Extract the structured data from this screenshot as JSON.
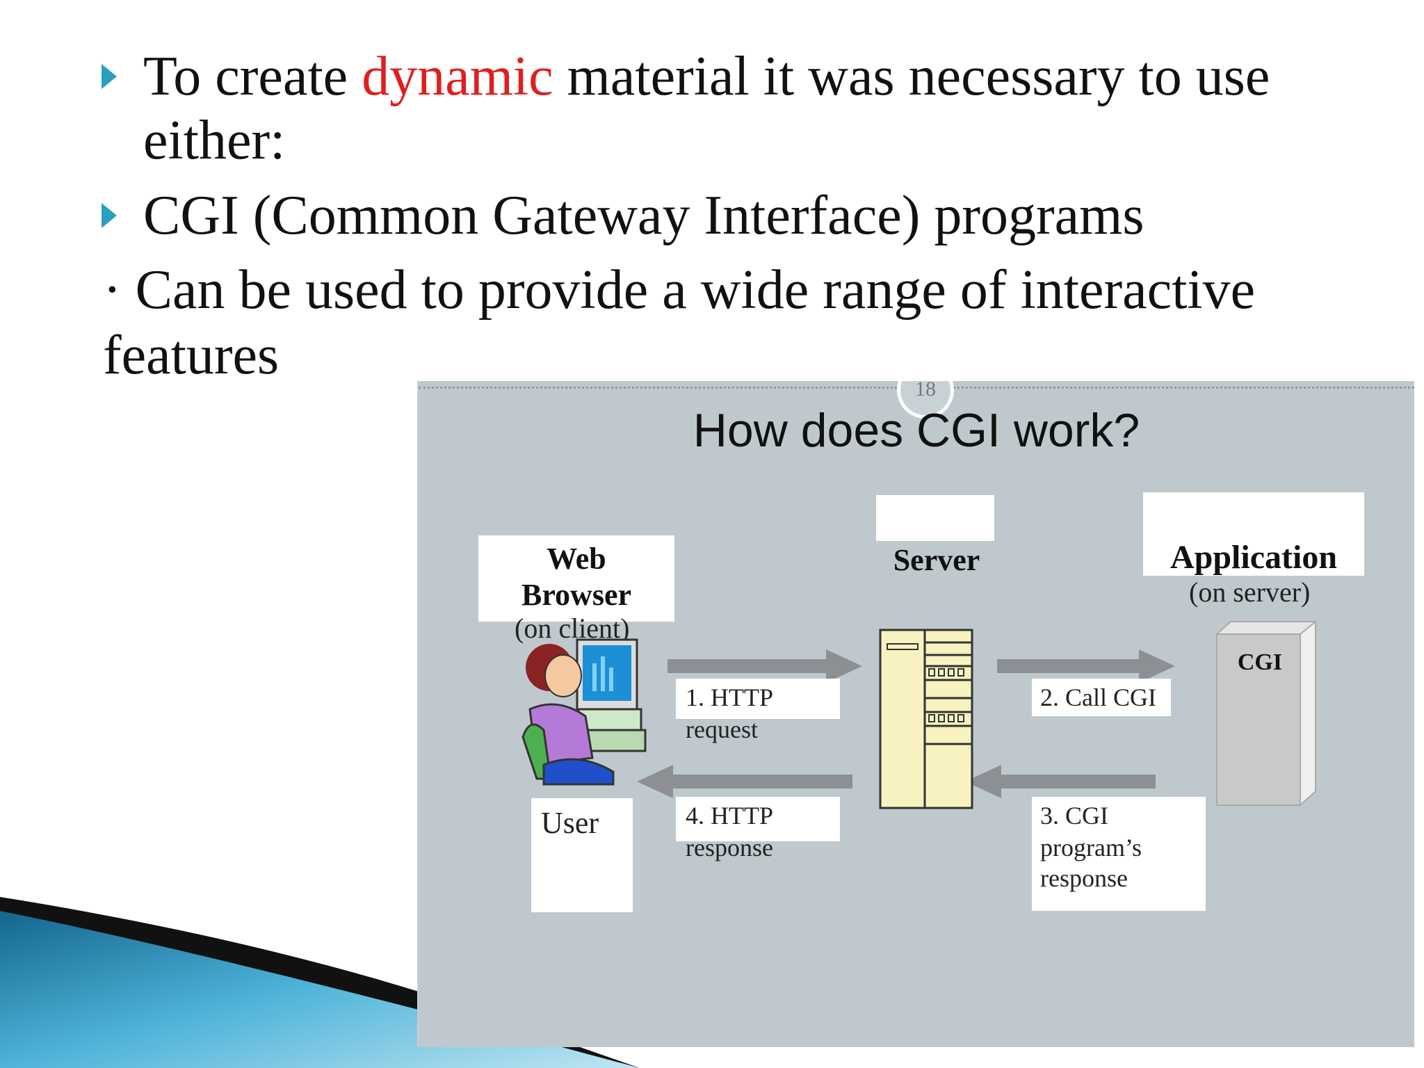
{
  "bullets": [
    {
      "before": "To create ",
      "highlight": "dynamic",
      "after": " material it was necessary to use",
      "line2": "either:"
    },
    {
      "text": "CGI (Common Gateway Interface) programs"
    }
  ],
  "dot_item": "· Can be used to provide a wide range of interactive features",
  "diagram": {
    "slide_number": "18",
    "title": "How does CGI work?",
    "browser": {
      "line1": "Web",
      "line2": "Browser",
      "sub": "(on client)"
    },
    "server": {
      "label": "Server"
    },
    "application": {
      "label": "Application",
      "sub": "(on server)",
      "box_label": "CGI"
    },
    "user": {
      "label": "User"
    },
    "steps": {
      "s1": [
        "1. HTTP",
        "request"
      ],
      "s2": [
        "2. Call CGI"
      ],
      "s3": [
        "3. CGI",
        "program’s",
        "response"
      ],
      "s4": [
        "4. HTTP",
        "response"
      ]
    }
  },
  "colors": {
    "highlight": "#e01e1e",
    "bullet": "#2a9fbf",
    "diagram_bg": "#bfc9cd"
  }
}
